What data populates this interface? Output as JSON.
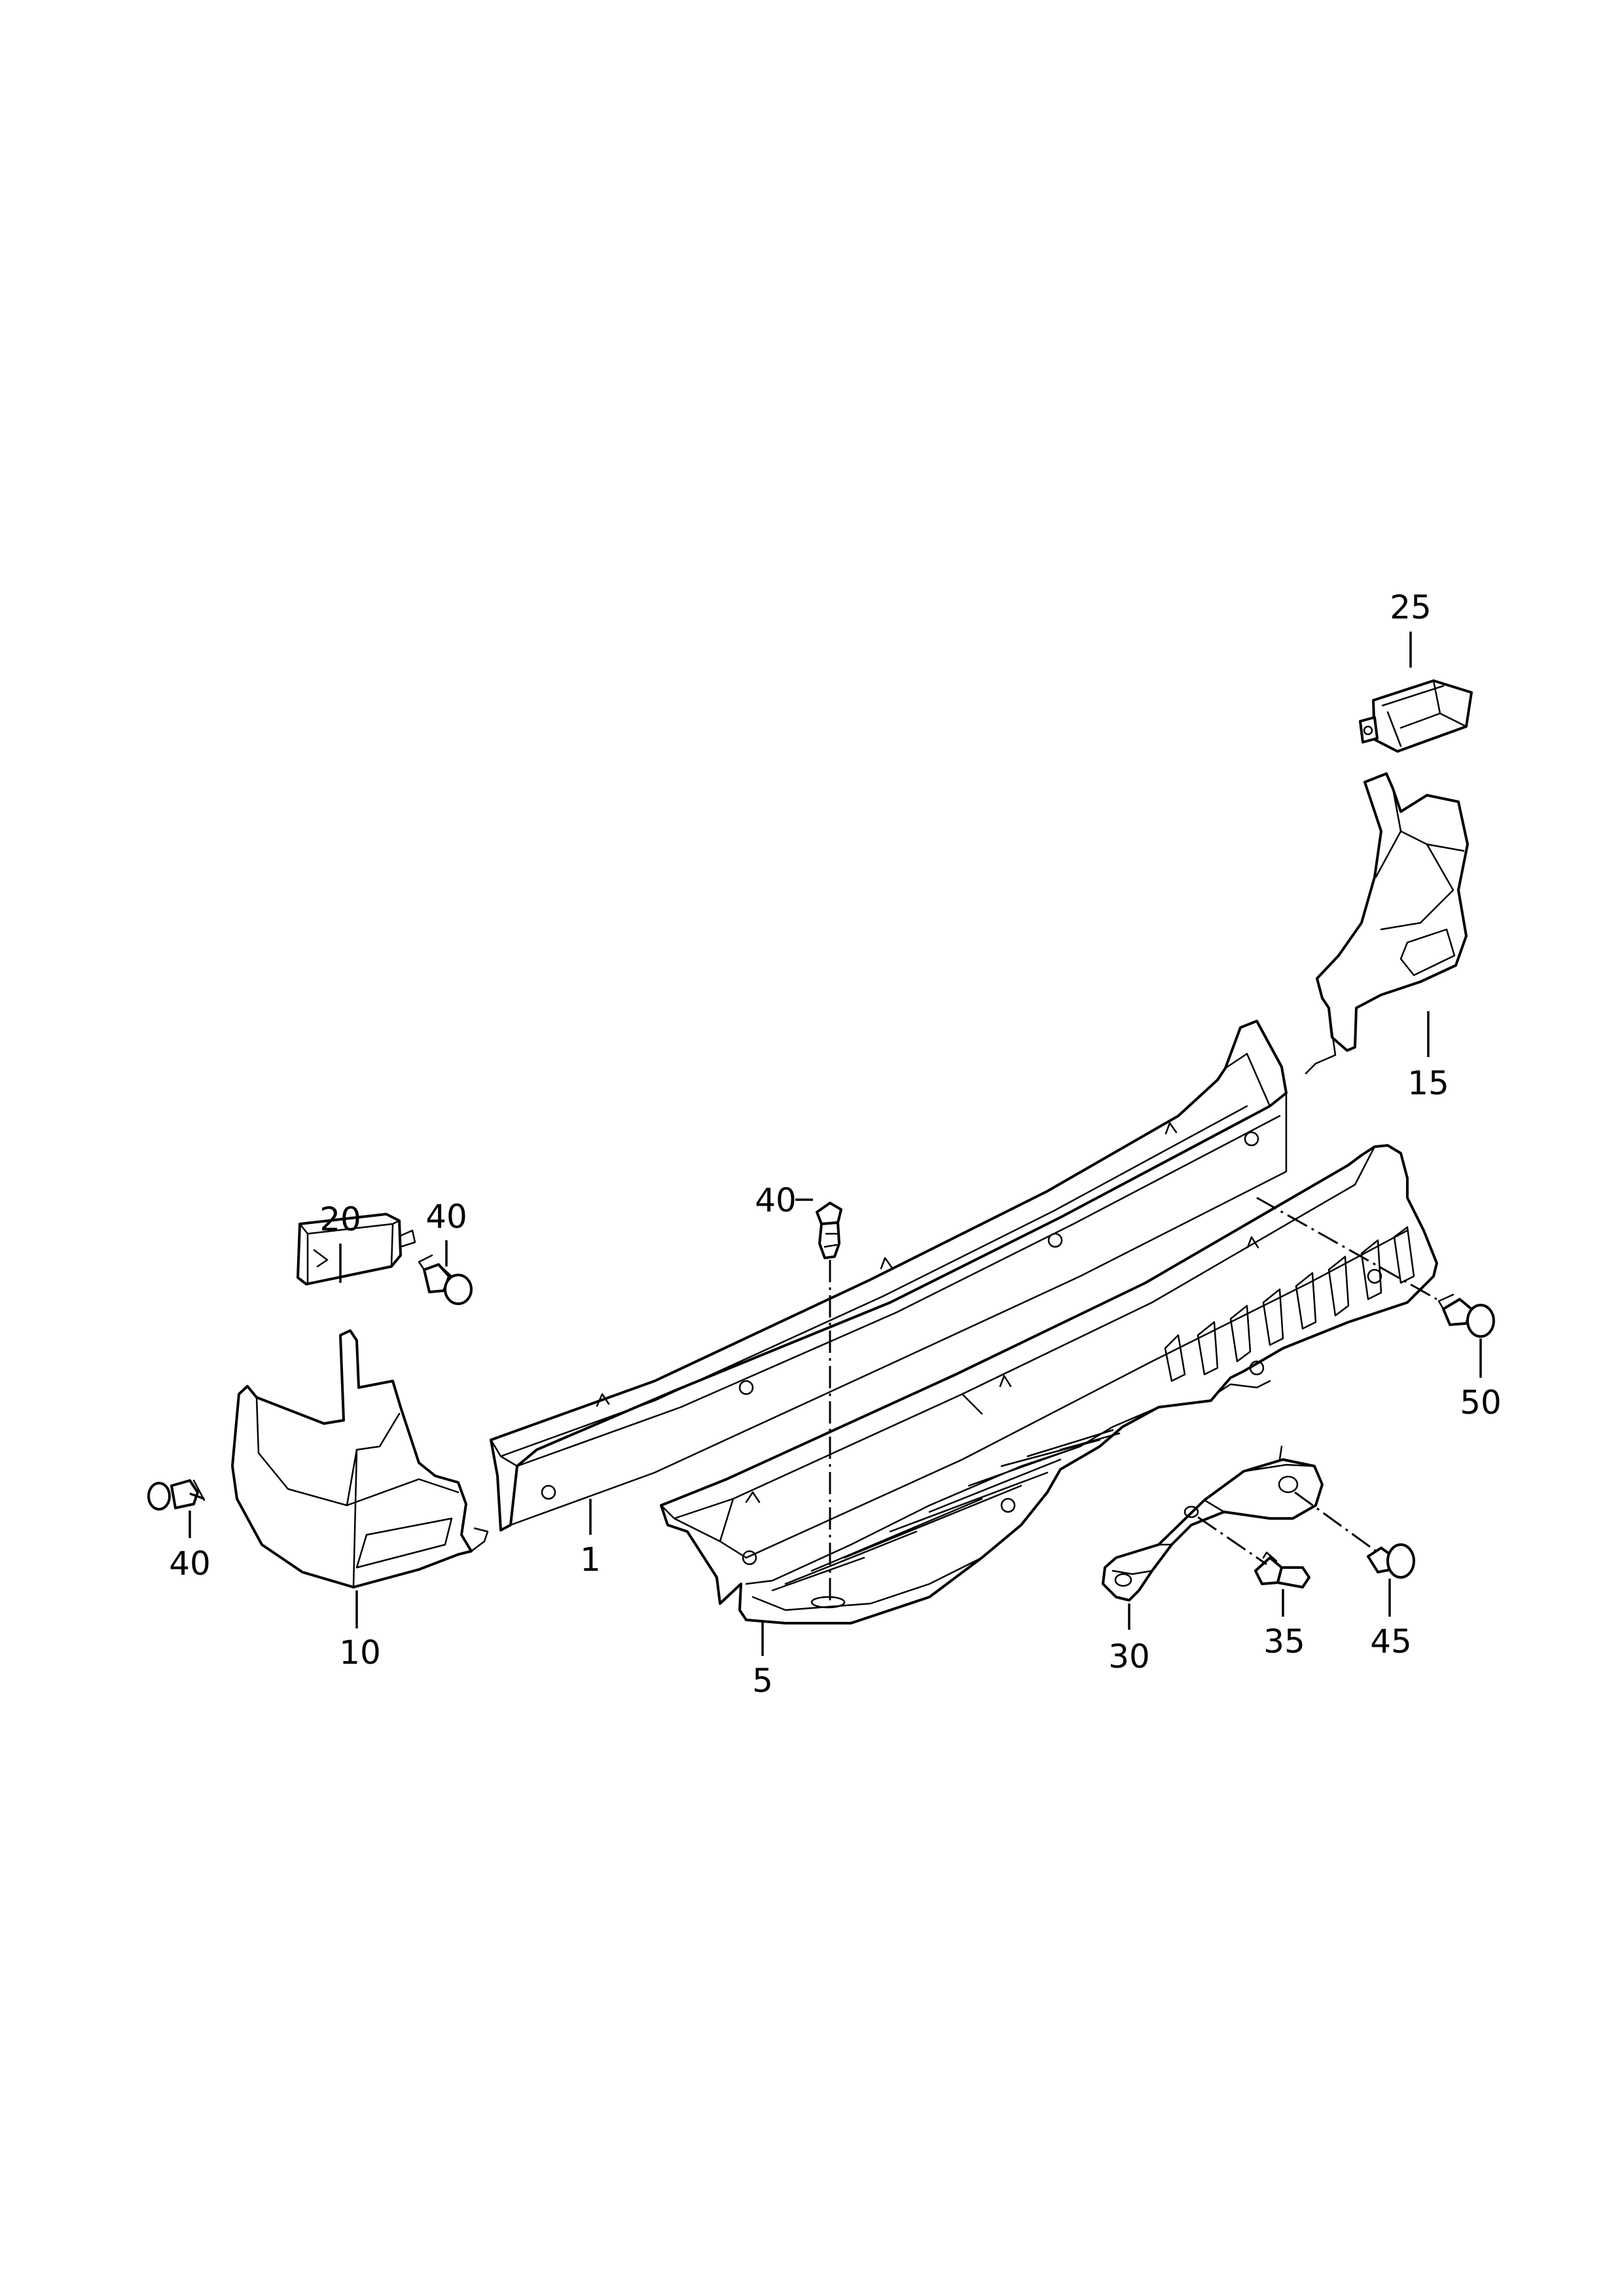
{
  "callouts": [
    {
      "id": "25",
      "text": "25"
    },
    {
      "id": "15",
      "text": "15"
    },
    {
      "id": "20",
      "text": "20"
    },
    {
      "id": "40a",
      "text": "40"
    },
    {
      "id": "40b",
      "text": "40"
    },
    {
      "id": "40c",
      "text": "40"
    },
    {
      "id": "50",
      "text": "50"
    },
    {
      "id": "1",
      "text": "1"
    },
    {
      "id": "10",
      "text": "10"
    },
    {
      "id": "5",
      "text": "5"
    },
    {
      "id": "30",
      "text": "30"
    },
    {
      "id": "35",
      "text": "35"
    },
    {
      "id": "45",
      "text": "45"
    }
  ]
}
